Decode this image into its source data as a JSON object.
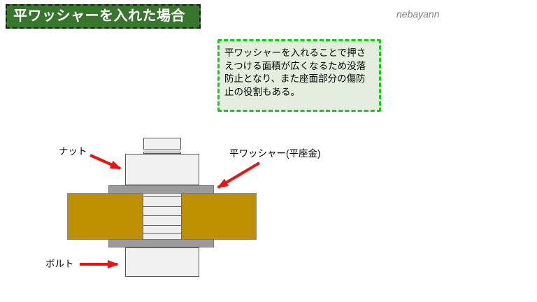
{
  "slide": {
    "background_color": "#ffffff",
    "title": {
      "label": "平ワッシャーを入れた場合",
      "bg_color": "#37762C",
      "text_color": "#ffffff",
      "border_style": "black dashed"
    },
    "watermark": {
      "label": "nebayann",
      "color": "#7f7f7f"
    },
    "callout": {
      "text": "平ワッシャーを入れることで押さえつける面積が広くなるため没落防止となり、また座面部分の傷防止の役割もある。",
      "bg_color": "#e4eede",
      "border_color": "#0ed10e"
    },
    "diagram": {
      "labels": {
        "nut": "ナット",
        "washer": "平ワッシャー(平座金)",
        "bolt": "ボルト"
      },
      "parts": [
        "bolt-tip",
        "nut",
        "flat-washer-top",
        "clamped-material",
        "threaded-shaft",
        "flat-washer-bottom",
        "bolt-head"
      ],
      "colors": {
        "clamped_material": "#be9000",
        "washer": "#9b9b9b",
        "bolt_metal": "#f1f1f1",
        "outline": "#595959",
        "arrow": "#ee1111"
      }
    }
  }
}
